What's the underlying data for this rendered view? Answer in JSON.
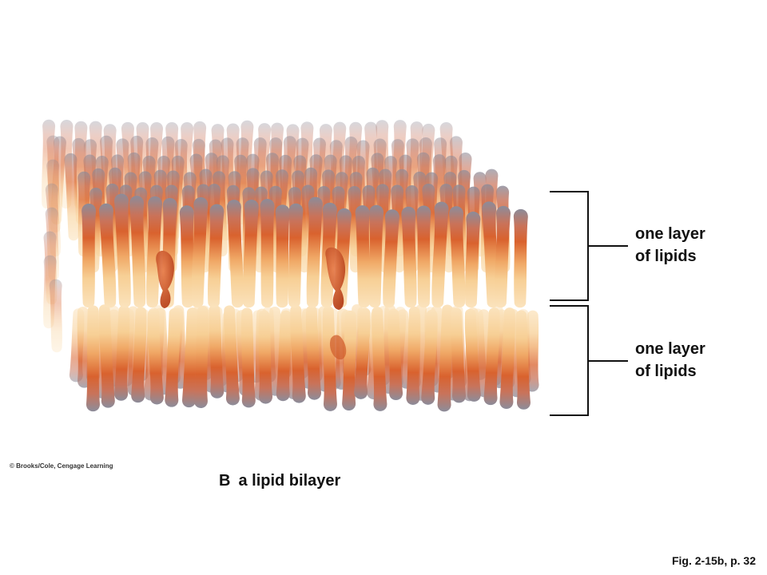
{
  "labels": {
    "upper_layer": {
      "line1": "one layer",
      "line2": "of lipids"
    },
    "lower_layer": {
      "line1": "one layer",
      "line2": "of lipids"
    }
  },
  "caption": {
    "letter": "B",
    "text": "a lipid bilayer"
  },
  "credit": "© Brooks/Cole, Cengage Learning",
  "figure_ref": "Fig. 2-15b, p. 32",
  "colors": {
    "head_grey": "#8c8c9a",
    "neck_orange": "#d9622e",
    "tail_cream": "#f7cf95",
    "tail_light": "#fbe3bd",
    "protein_red": "#c6461d"
  }
}
